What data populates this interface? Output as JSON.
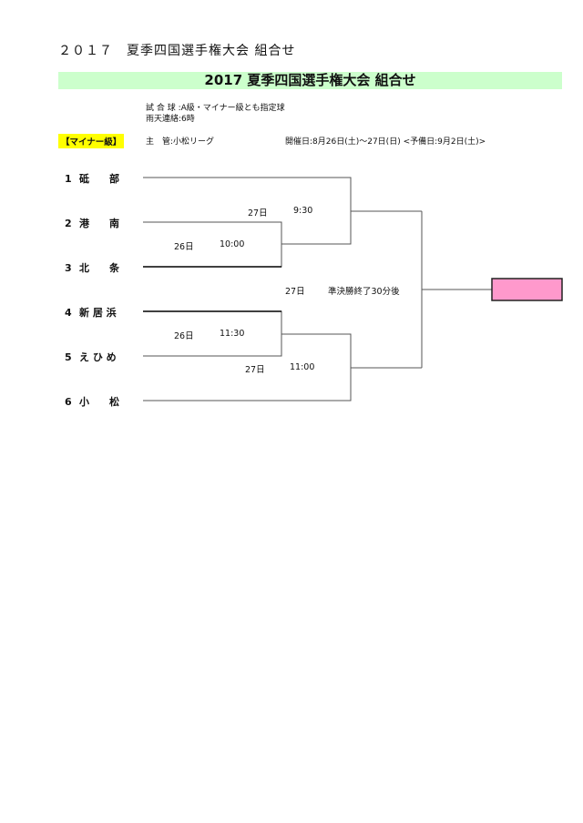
{
  "page_title": "２０１７　夏季四国選手権大会 組合せ",
  "banner_title": "2017  夏季四国選手権大会 組合せ",
  "info": {
    "ball": "試 合 球 :A級・マイナー級とも指定球",
    "rain": "雨天連絡:6時"
  },
  "division": "【マイナー級】",
  "organizer": "主　管:小松リーグ",
  "dates": "開催日:8月26日(土)～27日(日)  <予備日:9月2日(土)>",
  "teams": [
    {
      "num": "1",
      "name": "砥　　部"
    },
    {
      "num": "2",
      "name": "港　　南"
    },
    {
      "num": "3",
      "name": "北　　条"
    },
    {
      "num": "4",
      "name": "新 居 浜"
    },
    {
      "num": "5",
      "name": "え ひ め"
    },
    {
      "num": "6",
      "name": "小　　松"
    }
  ],
  "matches": {
    "m1": {
      "day": "26日",
      "time": "10:00"
    },
    "m2": {
      "day": "26日",
      "time": "11:30"
    },
    "semi1": {
      "day": "27日",
      "time": "9:30"
    },
    "semi2": {
      "day": "27日",
      "time": "11:00"
    },
    "final": {
      "day": "27日",
      "time": "準決勝終了30分後"
    }
  },
  "colors": {
    "banner": "#ccffcc",
    "division": "#ffff00",
    "champion_box": "#ff99cc"
  }
}
